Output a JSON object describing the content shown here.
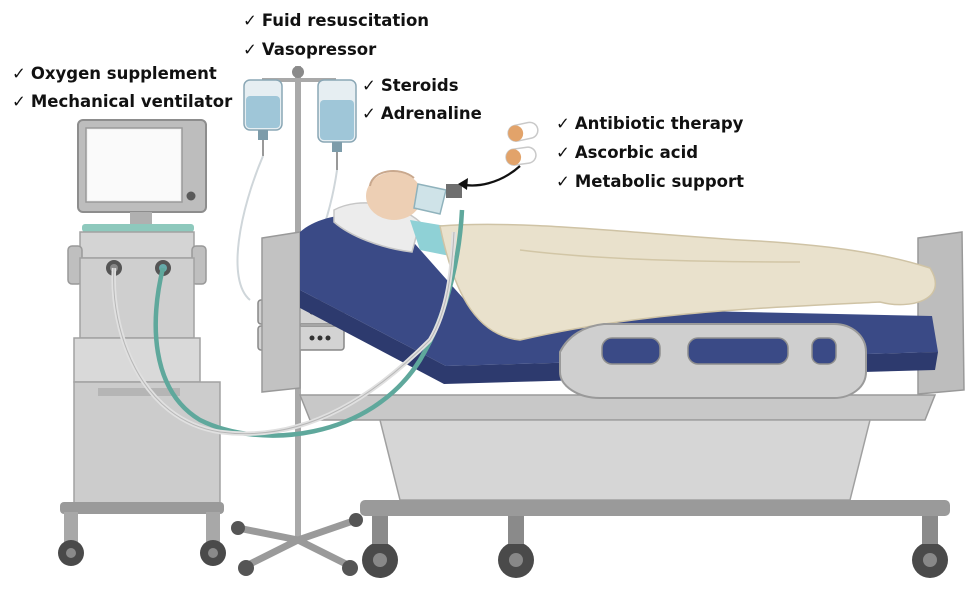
{
  "labels": {
    "fluids": [
      "Fuid resuscitation",
      "Vasopressor"
    ],
    "ventilation": [
      "Oxygen supplement",
      "Mechanical ventilator"
    ],
    "drugs": [
      "Steroids",
      "Adrenaline"
    ],
    "therapy": [
      "Antibiotic therapy",
      "Ascorbic acid",
      "Metabolic support"
    ]
  },
  "check_glyph": "✓",
  "icons": [
    "check-icon",
    "ventilator",
    "iv-bag",
    "infusion-pump",
    "hospital-bed",
    "patient",
    "pill-capsule",
    "arrow"
  ],
  "colors": {
    "mattress": "#3a4a86",
    "tube_green": "#5fa89c",
    "iv_fluid": "#9fc6d8",
    "sheet": "#e9e1cc",
    "frame": "#c8c8c8",
    "capsule_orange": "#e2a36a"
  }
}
